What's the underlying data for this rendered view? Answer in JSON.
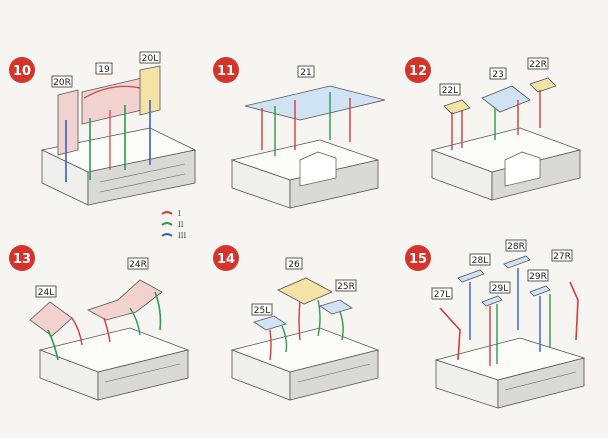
{
  "steps": [
    {
      "number": "10",
      "labels": [
        "20R",
        "19",
        "20L"
      ]
    },
    {
      "number": "11",
      "labels": [
        "21"
      ]
    },
    {
      "number": "12",
      "labels": [
        "22L",
        "23",
        "22R"
      ]
    },
    {
      "number": "13",
      "labels": [
        "24L",
        "24R"
      ]
    },
    {
      "number": "14",
      "labels": [
        "26",
        "25L",
        "25R"
      ]
    },
    {
      "number": "15",
      "labels": [
        "27L",
        "28L",
        "28R",
        "29L",
        "29R",
        "27R"
      ]
    }
  ],
  "legend": [
    {
      "label": "I",
      "color": "#d83a3a"
    },
    {
      "label": "II",
      "color": "#2e9a4a"
    },
    {
      "label": "III",
      "color": "#3a5fc4"
    }
  ],
  "colors": {
    "step_badge": "#d6342b",
    "pink_part": "#f2d2cf",
    "yellow_part": "#f4e3a6",
    "blue_part": "#cfe3f4"
  }
}
